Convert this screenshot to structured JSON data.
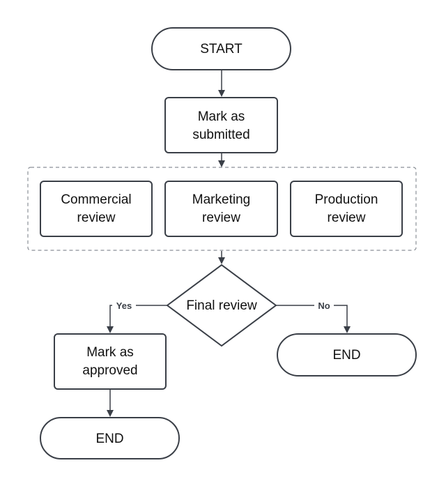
{
  "nodes": {
    "start": {
      "label": "START"
    },
    "mark_submitted": {
      "line1": "Mark as",
      "line2": "submitted"
    },
    "commercial_review": {
      "line1": "Commercial",
      "line2": "review"
    },
    "marketing_review": {
      "line1": "Marketing",
      "line2": "review"
    },
    "production_review": {
      "line1": "Production",
      "line2": "review"
    },
    "final_review": {
      "label": "Final review"
    },
    "mark_approved": {
      "line1": "Mark as",
      "line2": "approved"
    },
    "end_yes": {
      "label": "END"
    },
    "end_no": {
      "label": "END"
    }
  },
  "edges": {
    "yes_label": "Yes",
    "no_label": "No"
  },
  "colors": {
    "stroke": "#3a3f47",
    "group_border": "#8a8f96",
    "background": "#ffffff"
  }
}
